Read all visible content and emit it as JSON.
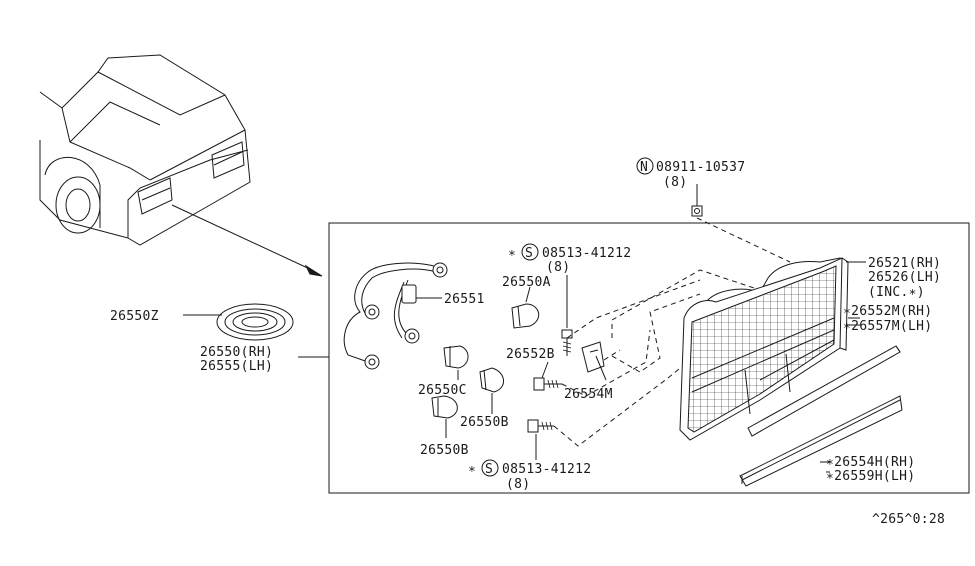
{
  "diagram": {
    "ref_code": "^265^0:28",
    "labels": {
      "nut_part": "08911-10537",
      "nut_qty": "(8)",
      "nut_symbol": "N",
      "screw_top_part": "08513-41212",
      "screw_top_qty": "(8)",
      "screw_symbol": "S",
      "screw_bottom_part": "08513-41212",
      "screw_bottom_qty": "(8)",
      "asterisk": "∗",
      "p26550Z": "26550Z",
      "p26550_rh": "26550(RH)",
      "p26555_lh": "26555(LH)",
      "p26551": "26551",
      "p26550A": "26550A",
      "p26552B": "26552B",
      "p26554M": "26554M",
      "p26550C": "26550C",
      "p26550B_right": "26550B",
      "p26550B_left": "26550B",
      "p26521_rh": "26521(RH)",
      "p26526_lh": "26526(LH)",
      "inc": "(INC.∗)",
      "p26552M_rh": "∗26552M(RH)",
      "p26557M_lh": "∗26557M(LH)",
      "p26554H_rh": "∗26554H(RH)",
      "p26559H_lh": "∗26559H(LH)"
    }
  }
}
